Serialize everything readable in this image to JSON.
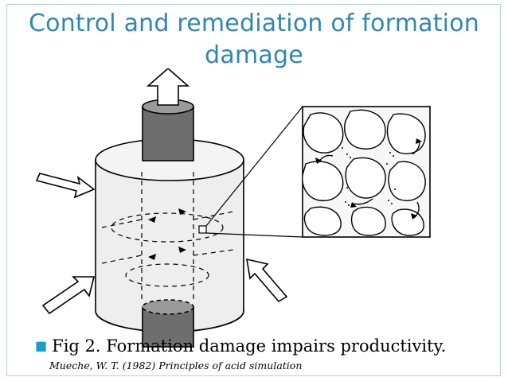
{
  "slide": {
    "title_line1": "Control and remediation of formation",
    "title_line2": "damage"
  },
  "figure": {
    "description_icon": "wellbore-flow-diagram"
  },
  "bullet": {
    "marker": "■",
    "text": "Fig 2. Formation damage impairs productivity."
  },
  "citation": {
    "text": "Mueche, W. T. (1982) Principles of acid simulation"
  },
  "colors": {
    "title": "#2f88b0",
    "bullet": "#1a9cc5",
    "frame": "#b7cfe1"
  }
}
